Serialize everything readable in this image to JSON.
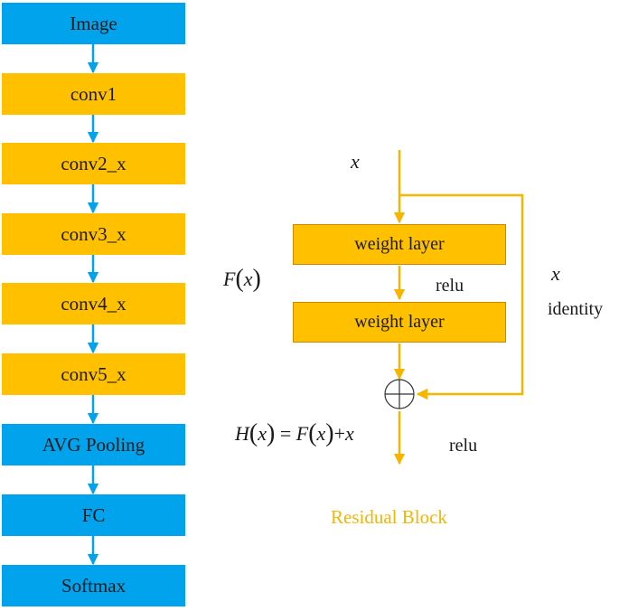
{
  "colors": {
    "blue": "#02a3ed",
    "orange": "#ffc000",
    "orange_line": "#f7b500",
    "caption": "#f5b400"
  },
  "pipeline": [
    {
      "label": "Image",
      "color": "blue"
    },
    {
      "label": "conv1",
      "color": "orange"
    },
    {
      "label": "conv2_x",
      "color": "orange"
    },
    {
      "label": "conv3_x",
      "color": "orange"
    },
    {
      "label": "conv4_x",
      "color": "orange"
    },
    {
      "label": "conv5_x",
      "color": "orange"
    },
    {
      "label": "AVG Pooling",
      "color": "blue"
    },
    {
      "label": "FC",
      "color": "blue"
    },
    {
      "label": "Softmax",
      "color": "blue"
    }
  ],
  "residual": {
    "input_label": "x",
    "weight_layer_1": "weight layer",
    "weight_layer_2": "weight layer",
    "relu_mid": "relu",
    "relu_out": "relu",
    "fx_label": "F",
    "fx_arg": "x",
    "identity_x": "x",
    "identity_label": "identity",
    "output_eq": {
      "h": "H",
      "eq": "=",
      "f": "F",
      "plus": "+",
      "x": "x"
    },
    "caption": "Residual Block"
  }
}
